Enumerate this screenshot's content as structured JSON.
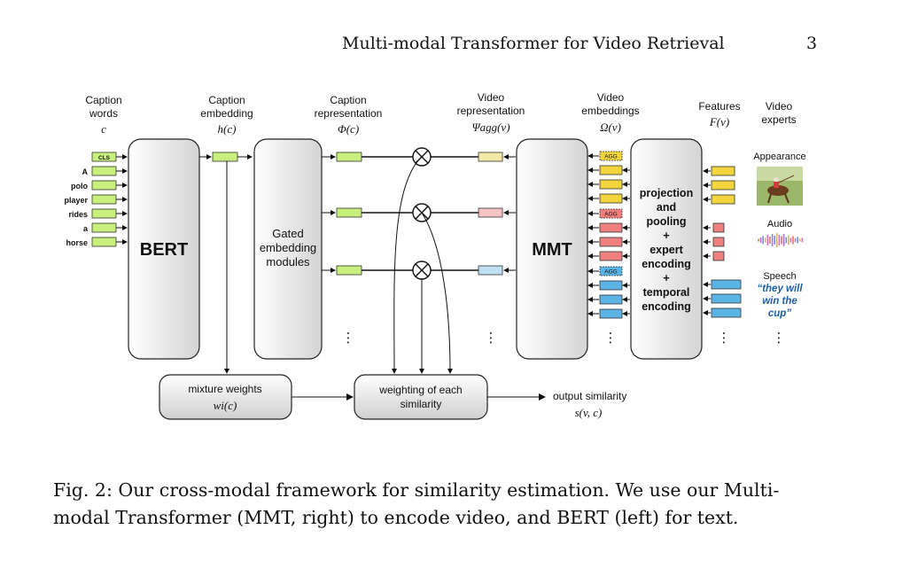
{
  "header": {
    "running_title": "Multi-modal Transformer for Video Retrieval",
    "page_number": "3"
  },
  "figure": {
    "column_headers": {
      "caption_words": [
        "Caption",
        "words",
        "c"
      ],
      "caption_embedding": [
        "Caption",
        "embedding",
        "h(c)"
      ],
      "caption_representation": [
        "Caption",
        "representation",
        "Φ(c)"
      ],
      "video_representation": [
        "Video",
        "representation",
        "Ψagg(v)"
      ],
      "video_embeddings": [
        "Video",
        "embeddings",
        "Ω(v)"
      ],
      "features": [
        "Features",
        "F(v)"
      ],
      "video_experts": [
        "Video",
        "experts"
      ]
    },
    "words": [
      "CLS",
      "A",
      "polo",
      "player",
      "rides",
      "a",
      "horse"
    ],
    "bert_label": "BERT",
    "gated_label": [
      "Gated",
      "embedding",
      "modules"
    ],
    "mmt_label": "MMT",
    "agg_token": "AGG",
    "projection_label": [
      "projection",
      "and",
      "pooling",
      "+",
      "expert",
      "encoding",
      "+",
      "temporal",
      "encoding"
    ],
    "mixture_weights": [
      "mixture weights",
      "wi(c)"
    ],
    "weighting_label": [
      "weighting of each",
      "similarity"
    ],
    "output_similarity": [
      "output similarity",
      "s(v, c)"
    ],
    "experts": {
      "appearance": "Appearance",
      "audio": "Audio",
      "speech": "Speech",
      "speech_quote": [
        "“they will",
        "win the",
        "cup”"
      ]
    },
    "ellipsis": "⋮",
    "colors": {
      "text_token": "#c8f07c",
      "appearance": "#f4d43c",
      "appearance_light": "#f5e9a8",
      "audio": "#f08080",
      "audio_light": "#f6c3c3",
      "speech": "#5ab4e6",
      "speech_light": "#bfe0f3",
      "speech_quote": "#1f5fa8"
    }
  },
  "caption": {
    "lines": [
      "Fig. 2: Our cross-modal framework for similarity estimation. We use our Multi-",
      "modal Transformer (MMT, right) to encode video, and BERT (left) for text."
    ]
  }
}
